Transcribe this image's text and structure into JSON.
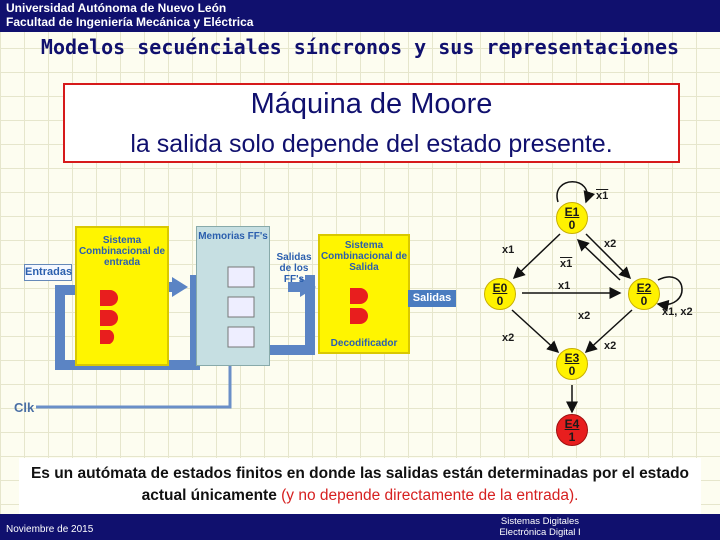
{
  "header": {
    "university": "Universidad Autónoma de Nuevo León",
    "faculty": "Facultad de Ingeniería Mecánica y Eléctrica"
  },
  "title": "Modelos secuénciales síncronos y sus representaciones",
  "moore": {
    "heading": "Máquina de Moore",
    "subtitle": "la salida solo depende del estado presente."
  },
  "block_diagram": {
    "entradas": "Entradas",
    "comb_in": "Sistema Combinacional de entrada",
    "memorias": "Memorias FF's",
    "salidas_ffs": "Salidas de los FF's",
    "comb_out": "Sistema Combinacional de Salida",
    "decodificador": "Decodificador",
    "salidas": "Salidas",
    "clk": "Clk"
  },
  "state_diagram": {
    "states": [
      {
        "name": "E1",
        "out": "0"
      },
      {
        "name": "E0",
        "out": "0"
      },
      {
        "name": "E2",
        "out": "0"
      },
      {
        "name": "E3",
        "out": "0"
      },
      {
        "name": "E4",
        "out": "1"
      }
    ],
    "labels": {
      "x1_bar_top": "x1",
      "x1_left": "x1",
      "x2_top_right": "x2",
      "x1_bar_mid": "x1",
      "x1_mid": "x1",
      "x2_left_low": "x2",
      "x2_mid_low": "x2",
      "x1x2_self": "x1, x2",
      "x2_right_low": "x2"
    }
  },
  "description": {
    "main": "Es un autómata de estados finitos en donde las salidas están determinadas por el estado actual únicamente",
    "note": "(y no depende directamente de la entrada)."
  },
  "footer": {
    "date": "Noviembre de 2015",
    "course_line1": "Sistemas Digitales",
    "course_line2": "Electrónica Digital I"
  },
  "colors": {
    "navy": "#10106e",
    "red": "#d61a1a",
    "yellow": "#fff500",
    "blue": "#4a7cc0"
  }
}
